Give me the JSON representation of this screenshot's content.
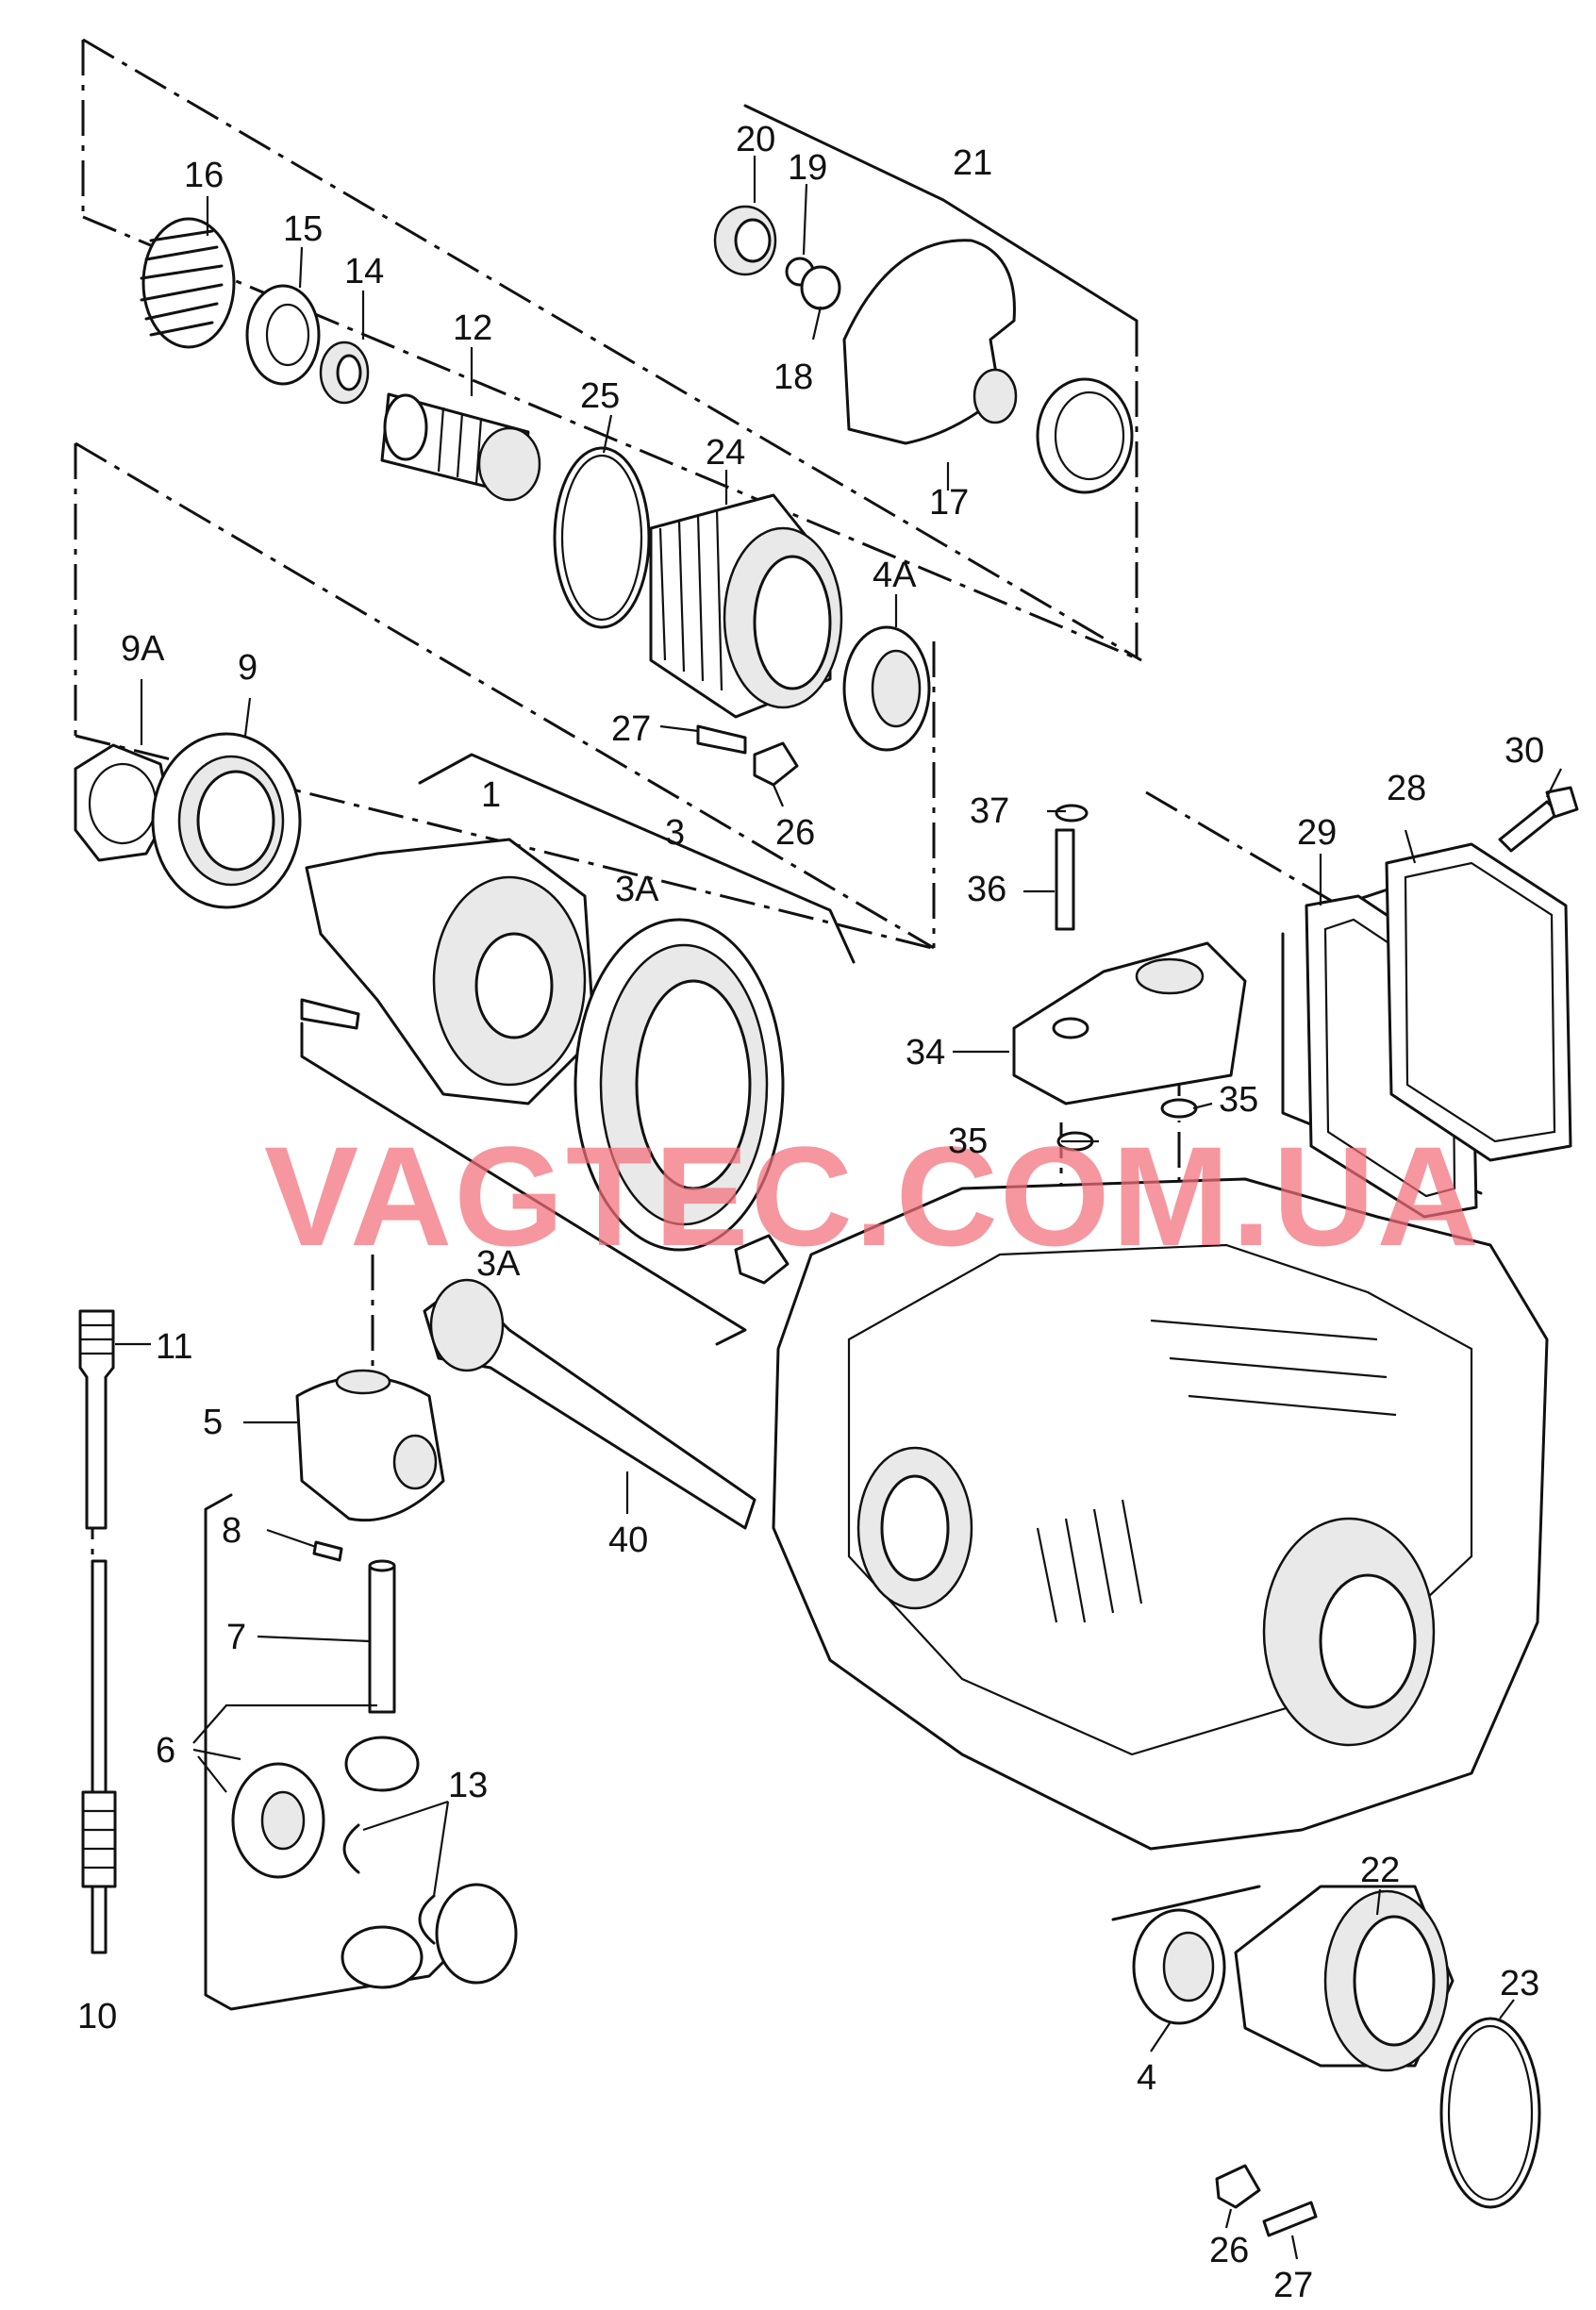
{
  "watermark": "VAGTEC.COM.UA",
  "callouts": {
    "c1": "1",
    "c3": "3",
    "c3A_top": "3A",
    "c3A_bottom": "3A",
    "c4": "4",
    "c4A": "4A",
    "c5": "5",
    "c6": "6",
    "c7": "7",
    "c8": "8",
    "c9": "9",
    "c9A": "9A",
    "c10": "10",
    "c11": "11",
    "c12": "12",
    "c13": "13",
    "c14": "14",
    "c15": "15",
    "c16": "16",
    "c17": "17",
    "c18": "18",
    "c19": "19",
    "c20": "20",
    "c21": "21",
    "c22": "22",
    "c23": "23",
    "c24": "24",
    "c25": "25",
    "c26_top": "26",
    "c26_bottom": "26",
    "c27_top": "27",
    "c27_bottom": "27",
    "c28": "28",
    "c29": "29",
    "c30": "30",
    "c34": "34",
    "c35_right": "35",
    "c35_left": "35",
    "c36": "36",
    "c37": "37",
    "c40": "40"
  }
}
